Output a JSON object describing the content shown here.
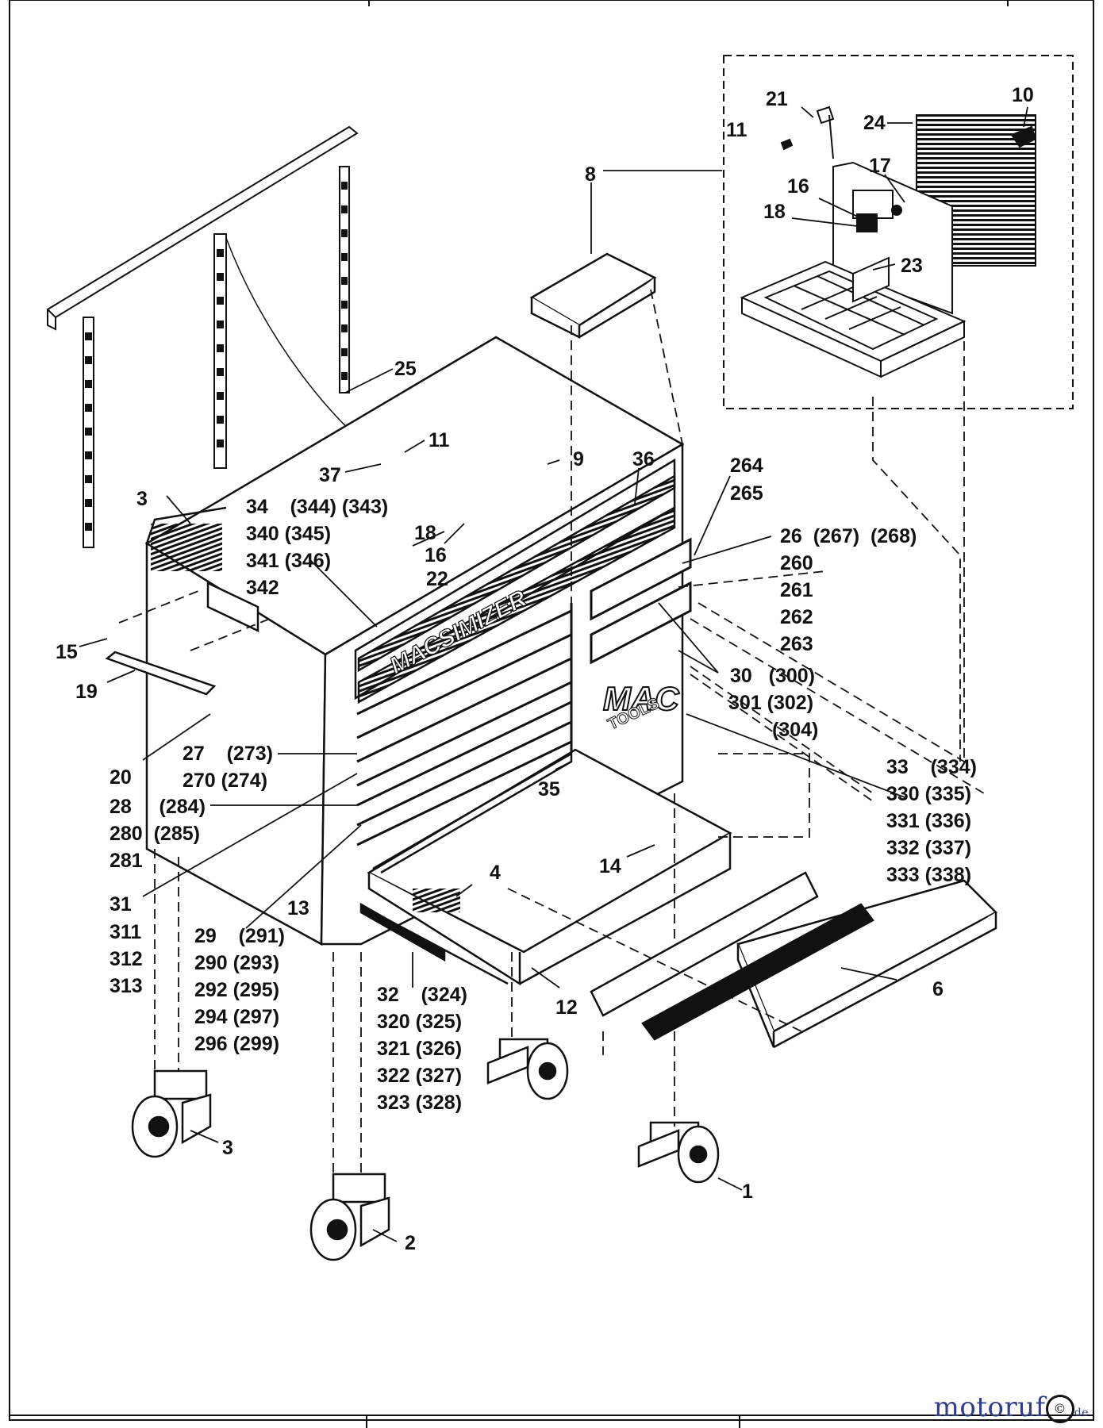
{
  "diagram": {
    "callouts": [
      {
        "id": "c-10",
        "text": "10"
      },
      {
        "id": "c-21",
        "text": "21"
      },
      {
        "id": "c-24",
        "text": "24"
      },
      {
        "id": "c-11a",
        "text": "11"
      },
      {
        "id": "c-17",
        "text": "17"
      },
      {
        "id": "c-16a",
        "text": "16"
      },
      {
        "id": "c-18a",
        "text": "18"
      },
      {
        "id": "c-8",
        "text": "8"
      },
      {
        "id": "c-23",
        "text": "23"
      },
      {
        "id": "c-25",
        "text": "25"
      },
      {
        "id": "c-11b",
        "text": "11"
      },
      {
        "id": "c-37",
        "text": "37"
      },
      {
        "id": "c-9",
        "text": "9"
      },
      {
        "id": "c-36",
        "text": "36"
      },
      {
        "id": "c-264",
        "text": "264"
      },
      {
        "id": "c-265",
        "text": "265"
      },
      {
        "id": "c-3a",
        "text": "3"
      },
      {
        "id": "c-34",
        "text": "34    (344) (343)"
      },
      {
        "id": "c-340",
        "text": "340 (345)"
      },
      {
        "id": "c-341",
        "text": "341 (346)"
      },
      {
        "id": "c-342",
        "text": "342"
      },
      {
        "id": "c-18b",
        "text": "18"
      },
      {
        "id": "c-16b",
        "text": "16"
      },
      {
        "id": "c-22",
        "text": "22"
      },
      {
        "id": "c-26",
        "text": "26  (267)  (268)"
      },
      {
        "id": "c-260",
        "text": "260"
      },
      {
        "id": "c-261",
        "text": "261"
      },
      {
        "id": "c-262",
        "text": "262"
      },
      {
        "id": "c-263",
        "text": "263"
      },
      {
        "id": "c-15",
        "text": "15"
      },
      {
        "id": "c-19",
        "text": "19"
      },
      {
        "id": "c-30",
        "text": "30   (300)"
      },
      {
        "id": "c-301",
        "text": "301 (302)"
      },
      {
        "id": "c-304",
        "text": "(304)"
      },
      {
        "id": "c-20",
        "text": "20"
      },
      {
        "id": "c-27",
        "text": "27    (273)"
      },
      {
        "id": "c-270",
        "text": "270 (274)"
      },
      {
        "id": "c-33",
        "text": "33    (334)"
      },
      {
        "id": "c-35",
        "text": "35"
      },
      {
        "id": "c-330",
        "text": "330 (335)"
      },
      {
        "id": "c-28",
        "text": "28     (284)"
      },
      {
        "id": "c-331",
        "text": "331 (336)"
      },
      {
        "id": "c-280",
        "text": "280  (285)"
      },
      {
        "id": "c-332",
        "text": "332 (337)"
      },
      {
        "id": "c-281",
        "text": "281"
      },
      {
        "id": "c-14",
        "text": "14"
      },
      {
        "id": "c-4",
        "text": "4"
      },
      {
        "id": "c-333",
        "text": "333 (338)"
      },
      {
        "id": "c-31",
        "text": "31"
      },
      {
        "id": "c-13",
        "text": "13"
      },
      {
        "id": "c-311",
        "text": "311"
      },
      {
        "id": "c-29",
        "text": "29    (291)"
      },
      {
        "id": "c-312",
        "text": "312"
      },
      {
        "id": "c-290",
        "text": "290 (293)"
      },
      {
        "id": "c-313",
        "text": "313"
      },
      {
        "id": "c-292",
        "text": "292 (295)"
      },
      {
        "id": "c-6",
        "text": "6"
      },
      {
        "id": "c-32",
        "text": "32    (324)"
      },
      {
        "id": "c-12",
        "text": "12"
      },
      {
        "id": "c-294",
        "text": "294 (297)"
      },
      {
        "id": "c-320",
        "text": "320 (325)"
      },
      {
        "id": "c-296",
        "text": "296 (299)"
      },
      {
        "id": "c-321",
        "text": "321 (326)"
      },
      {
        "id": "c-322",
        "text": "322 (327)"
      },
      {
        "id": "c-323",
        "text": "323 (328)"
      },
      {
        "id": "c-3b",
        "text": "3"
      },
      {
        "id": "c-1",
        "text": "1"
      },
      {
        "id": "c-2",
        "text": "2"
      }
    ],
    "brand": {
      "macsimizer": "MACSIMIZER",
      "mac": "MAC",
      "tools": "TOOLS"
    }
  },
  "watermark": {
    "text": "motoruf",
    "suffix": "de",
    "copyright": "©"
  },
  "colors": {
    "ink": "#111111",
    "paper": "#ffffff",
    "watermark": "#2f3c8f"
  }
}
